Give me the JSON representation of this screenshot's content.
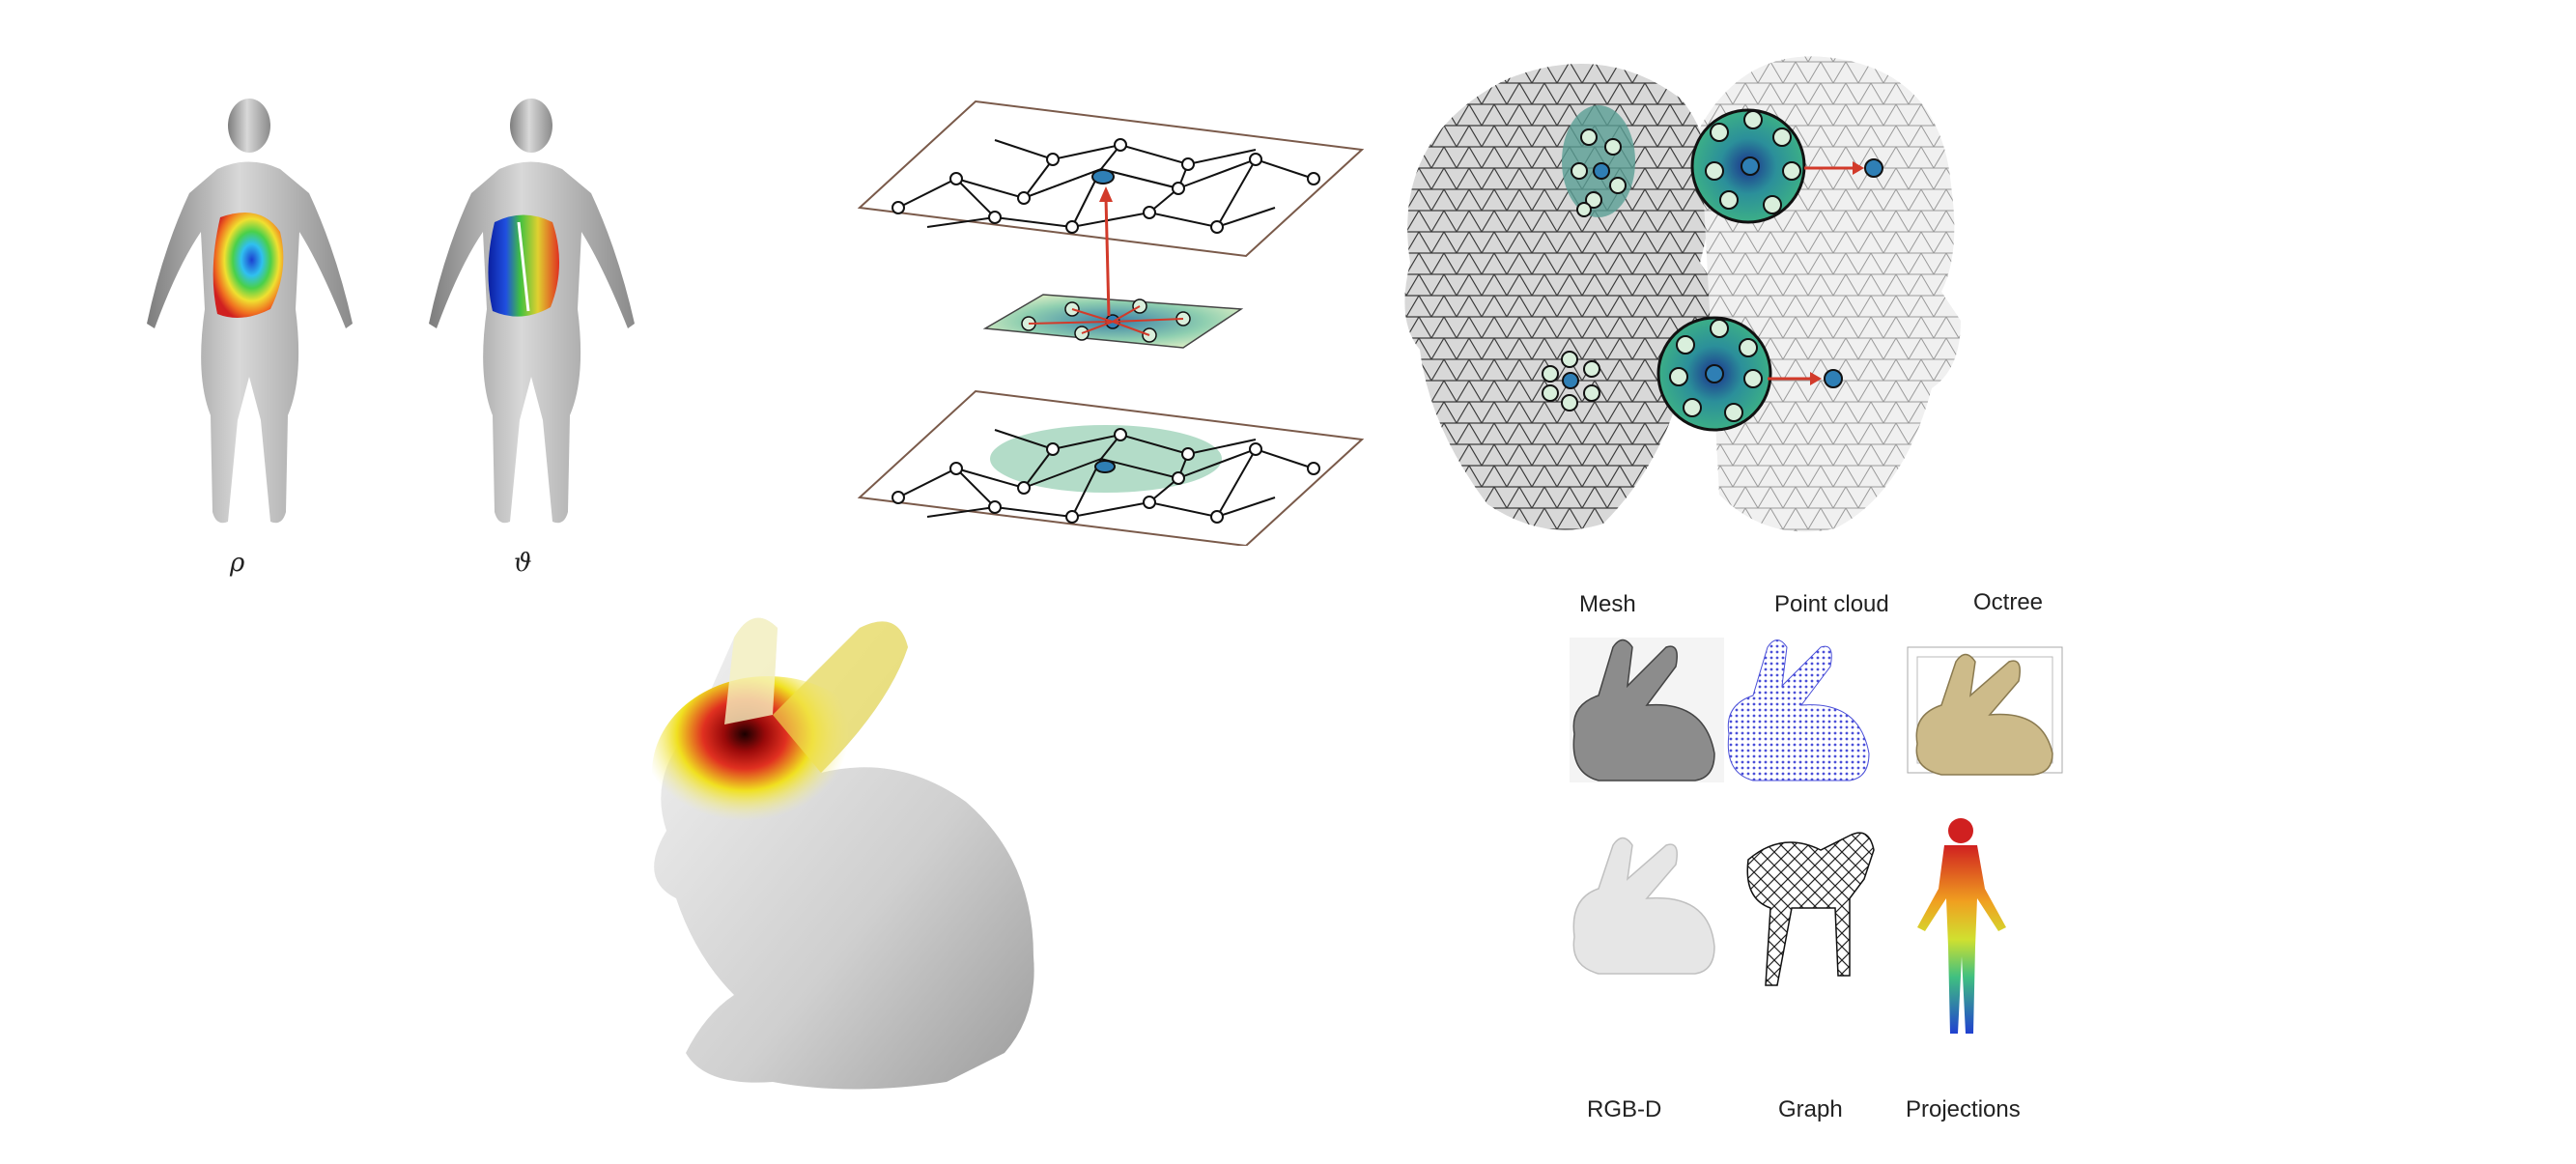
{
  "body_figures": {
    "left_caption": "ρ",
    "right_caption": "ϑ"
  },
  "representations": {
    "top_labels": [
      "Mesh",
      "Point cloud",
      "Octree"
    ],
    "bottom_labels": [
      "RGB-D",
      "Graph",
      "Projections"
    ]
  },
  "colors": {
    "node_fill": "#cfe9d6",
    "center_node": "#2f7fb5",
    "arrow": "#d23a2a",
    "mesh_grey": "#9a9a9a",
    "point_cloud_blue": "#4a4fd8"
  }
}
